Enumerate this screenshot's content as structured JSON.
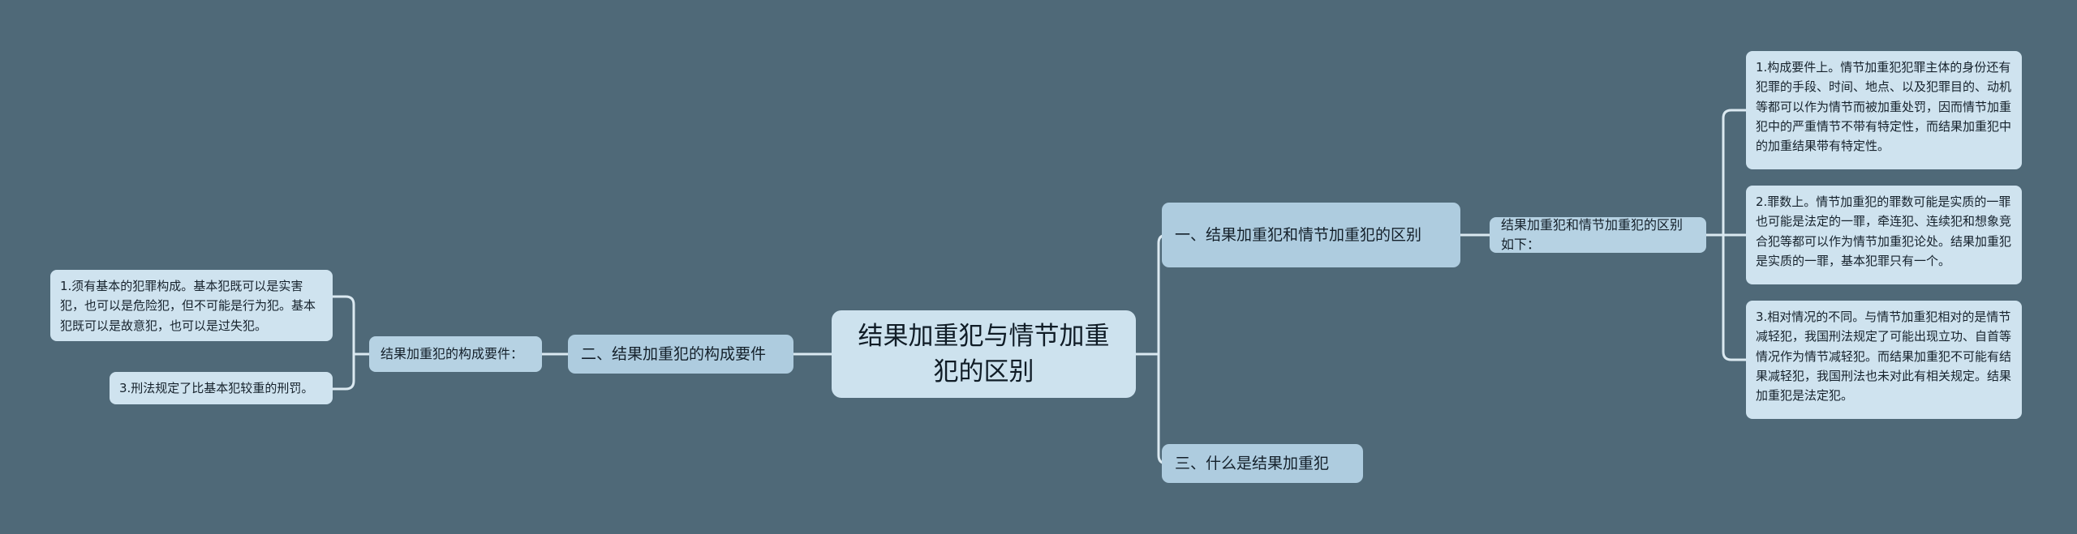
{
  "canvas": {
    "background": "#4f6978",
    "link_color": "#dbe9f1",
    "node_fill_root": "#cde2ee",
    "node_fill_branch": "#aeccdf",
    "node_fill_sub": "#b6d2e3",
    "node_fill_leaf": "#cfe3ef",
    "text_color": "#15212b"
  },
  "mindmap": {
    "root": {
      "label": "结果加重犯与情节加重犯的区别"
    },
    "right_branches": [
      {
        "label": "一、结果加重犯和情节加重犯的区别",
        "child": {
          "label": "结果加重犯和情节加重犯的区别如下：",
          "leaves": [
            {
              "label": "1.构成要件上。情节加重犯犯罪主体的身份还有犯罪的手段、时间、地点、以及犯罪目的、动机等都可以作为情节而被加重处罚，因而情节加重犯中的严重情节不带有特定性，而结果加重犯中的加重结果带有特定性。"
            },
            {
              "label": "2.罪数上。情节加重犯的罪数可能是实质的一罪也可能是法定的一罪，牵连犯、连续犯和想象竞合犯等都可以作为情节加重犯论处。结果加重犯是实质的一罪，基本犯罪只有一个。"
            },
            {
              "label": "3.相对情况的不同。与情节加重犯相对的是情节减轻犯，我国刑法规定了可能出现立功、自首等情况作为情节减轻犯。而结果加重犯不可能有结果减轻犯，我国刑法也未对此有相关规定。结果加重犯是法定犯。"
            }
          ]
        }
      },
      {
        "label": "三、什么是结果加重犯",
        "child": null
      }
    ],
    "left_branches": [
      {
        "label": "二、结果加重犯的构成要件",
        "child": {
          "label": "结果加重犯的构成要件：",
          "leaves": [
            {
              "label": "1.须有基本的犯罪构成。基本犯既可以是实害犯，也可以是危险犯，但不可能是行为犯。基本犯既可以是故意犯，也可以是过失犯。"
            },
            {
              "label": "3.刑法规定了比基本犯较重的刑罚。"
            }
          ]
        }
      }
    ]
  }
}
